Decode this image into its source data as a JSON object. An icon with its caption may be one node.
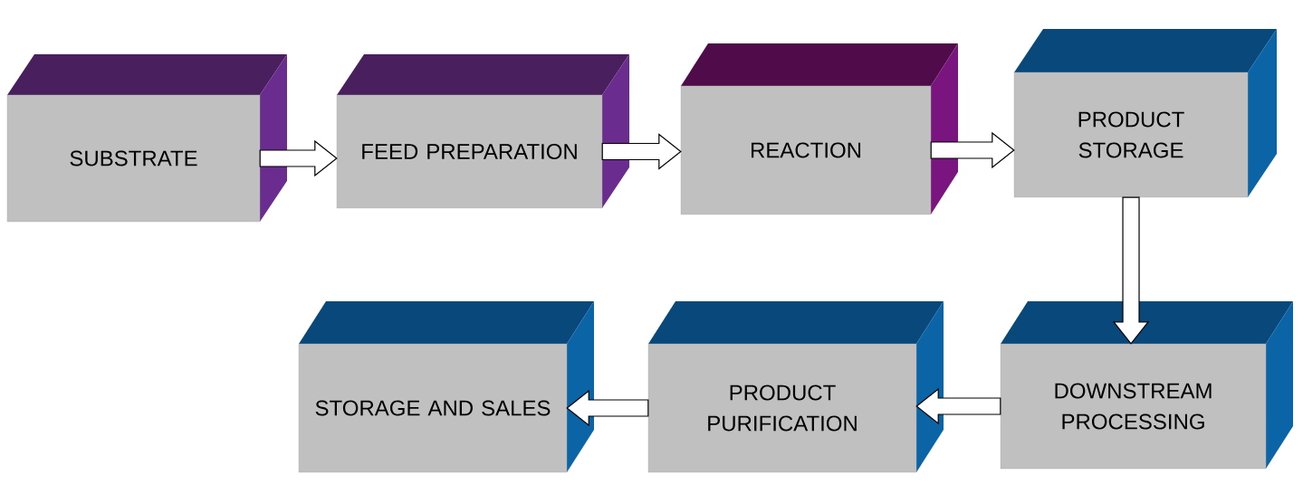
{
  "diagram": {
    "nodes": [
      {
        "text": [
          "SUBSTRATE"
        ]
      },
      {
        "text": [
          "FEED PREPARATION"
        ]
      },
      {
        "text": [
          "REACTION"
        ]
      },
      {
        "text": [
          "PRODUCT STORAGE"
        ]
      },
      {
        "text": [
          "DOWNSTREAM PROCESSING"
        ]
      },
      {
        "text": [
          "PRODUCT PURIFICATION"
        ]
      },
      {
        "text": [
          "STORAGE AND SALES"
        ]
      }
    ],
    "edges": [
      {
        "from": 0,
        "to": 1,
        "arrow": "to"
      },
      {
        "from": 1,
        "to": 2,
        "arrow": "to"
      },
      {
        "from": 2,
        "to": 3,
        "arrow": "to"
      },
      {
        "from": 3,
        "to": 4,
        "arrow": "to"
      },
      {
        "from": 4,
        "to": 5,
        "arrow": "to"
      },
      {
        "from": 5,
        "to": 6,
        "arrow": "to"
      }
    ]
  }
}
